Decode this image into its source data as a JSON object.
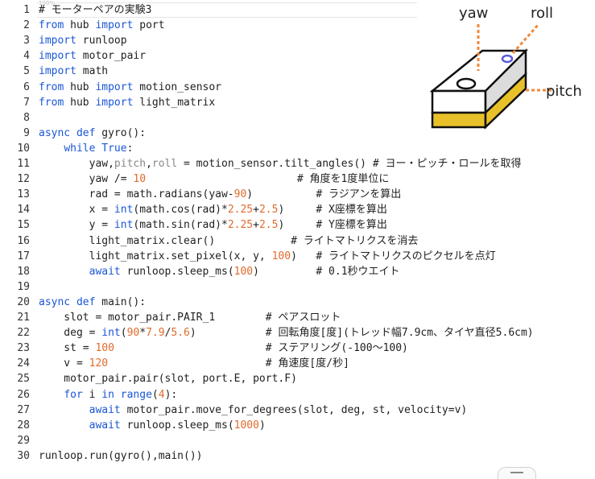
{
  "editor": {
    "top_hint": "100%",
    "lines": [
      {
        "n": "1",
        "segs": [
          {
            "t": "# モーターペアの実験3",
            "c": "cmt"
          }
        ]
      },
      {
        "n": "2",
        "segs": [
          {
            "t": "from",
            "c": "kw"
          },
          {
            "t": " hub ",
            "c": ""
          },
          {
            "t": "import",
            "c": "kw"
          },
          {
            "t": " port",
            "c": ""
          }
        ]
      },
      {
        "n": "3",
        "segs": [
          {
            "t": "import",
            "c": "kw"
          },
          {
            "t": " runloop",
            "c": ""
          }
        ]
      },
      {
        "n": "4",
        "segs": [
          {
            "t": "import",
            "c": "kw"
          },
          {
            "t": " motor_pair",
            "c": ""
          }
        ]
      },
      {
        "n": "5",
        "segs": [
          {
            "t": "import",
            "c": "kw"
          },
          {
            "t": " math",
            "c": ""
          }
        ]
      },
      {
        "n": "6",
        "segs": [
          {
            "t": "from",
            "c": "kw"
          },
          {
            "t": " hub ",
            "c": ""
          },
          {
            "t": "import",
            "c": "kw"
          },
          {
            "t": " motion_sensor",
            "c": ""
          }
        ]
      },
      {
        "n": "7",
        "segs": [
          {
            "t": "from",
            "c": "kw"
          },
          {
            "t": " hub ",
            "c": ""
          },
          {
            "t": "import",
            "c": "kw"
          },
          {
            "t": " light_matrix",
            "c": ""
          }
        ]
      },
      {
        "n": "8",
        "segs": []
      },
      {
        "n": "9",
        "segs": [
          {
            "t": "async def",
            "c": "kw"
          },
          {
            "t": " gyro():",
            "c": ""
          }
        ]
      },
      {
        "n": "10",
        "segs": [
          {
            "t": "    ",
            "c": ""
          },
          {
            "t": "while True",
            "c": "kw"
          },
          {
            "t": ":",
            "c": ""
          }
        ]
      },
      {
        "n": "11",
        "segs": [
          {
            "t": "        yaw,",
            "c": ""
          },
          {
            "t": "pitch",
            "c": "param"
          },
          {
            "t": ",",
            "c": ""
          },
          {
            "t": "roll",
            "c": "param"
          },
          {
            "t": " = motion_sensor.tilt_angles() # ヨー・ピッチ・ロールを取得",
            "c": ""
          }
        ]
      },
      {
        "n": "12",
        "segs": [
          {
            "t": "        yaw /= ",
            "c": ""
          },
          {
            "t": "10",
            "c": "num"
          },
          {
            "t": "                        # 角度を1度単位に",
            "c": ""
          }
        ]
      },
      {
        "n": "13",
        "segs": [
          {
            "t": "        rad = math.radians(yaw-",
            "c": ""
          },
          {
            "t": "90",
            "c": "num"
          },
          {
            "t": ")          # ラジアンを算出",
            "c": ""
          }
        ]
      },
      {
        "n": "14",
        "segs": [
          {
            "t": "        x = ",
            "c": ""
          },
          {
            "t": "int",
            "c": "kw"
          },
          {
            "t": "(math.cos(rad)*",
            "c": ""
          },
          {
            "t": "2.25",
            "c": "num"
          },
          {
            "t": "+",
            "c": ""
          },
          {
            "t": "2.5",
            "c": "num"
          },
          {
            "t": ")     # X座標を算出",
            "c": ""
          }
        ]
      },
      {
        "n": "15",
        "segs": [
          {
            "t": "        y = ",
            "c": ""
          },
          {
            "t": "int",
            "c": "kw"
          },
          {
            "t": "(math.sin(rad)*",
            "c": ""
          },
          {
            "t": "2.25",
            "c": "num"
          },
          {
            "t": "+",
            "c": ""
          },
          {
            "t": "2.5",
            "c": "num"
          },
          {
            "t": ")     # Y座標を算出",
            "c": ""
          }
        ]
      },
      {
        "n": "16",
        "segs": [
          {
            "t": "        light_matrix.clear()            # ライトマトリクスを消去",
            "c": ""
          }
        ]
      },
      {
        "n": "17",
        "segs": [
          {
            "t": "        light_matrix.set_pixel(x, y, ",
            "c": ""
          },
          {
            "t": "100",
            "c": "num"
          },
          {
            "t": ")   # ライトマトリクスのピクセルを点灯",
            "c": ""
          }
        ]
      },
      {
        "n": "18",
        "segs": [
          {
            "t": "        ",
            "c": ""
          },
          {
            "t": "await",
            "c": "kw"
          },
          {
            "t": " runloop.sleep_ms(",
            "c": ""
          },
          {
            "t": "100",
            "c": "num"
          },
          {
            "t": ")         # 0.1秒ウエイト",
            "c": ""
          }
        ]
      },
      {
        "n": "19",
        "segs": []
      },
      {
        "n": "20",
        "segs": [
          {
            "t": "async def",
            "c": "kw"
          },
          {
            "t": " main():",
            "c": ""
          }
        ]
      },
      {
        "n": "21",
        "segs": [
          {
            "t": "    slot = motor_pair.PAIR_1        # ペアスロット",
            "c": ""
          }
        ]
      },
      {
        "n": "22",
        "segs": [
          {
            "t": "    deg = ",
            "c": ""
          },
          {
            "t": "int",
            "c": "kw"
          },
          {
            "t": "(",
            "c": ""
          },
          {
            "t": "90",
            "c": "num"
          },
          {
            "t": "*",
            "c": ""
          },
          {
            "t": "7.9",
            "c": "num"
          },
          {
            "t": "/",
            "c": ""
          },
          {
            "t": "5.6",
            "c": "num"
          },
          {
            "t": ")           # 回転角度[度](トレッド幅7.9cm、タイヤ直径5.6cm)",
            "c": ""
          }
        ]
      },
      {
        "n": "23",
        "segs": [
          {
            "t": "    st = ",
            "c": ""
          },
          {
            "t": "100",
            "c": "num"
          },
          {
            "t": "                        # ステアリング(-100〜100)",
            "c": ""
          }
        ]
      },
      {
        "n": "24",
        "segs": [
          {
            "t": "    v = ",
            "c": ""
          },
          {
            "t": "120",
            "c": "num"
          },
          {
            "t": "                         # 角速度[度/秒]",
            "c": ""
          }
        ]
      },
      {
        "n": "25",
        "segs": [
          {
            "t": "    motor_pair.pair(slot, port.E, port.F)",
            "c": ""
          }
        ]
      },
      {
        "n": "26",
        "segs": [
          {
            "t": "    ",
            "c": ""
          },
          {
            "t": "for",
            "c": "kw"
          },
          {
            "t": " i ",
            "c": ""
          },
          {
            "t": "in",
            "c": "kw"
          },
          {
            "t": " ",
            "c": ""
          },
          {
            "t": "range",
            "c": "kw"
          },
          {
            "t": "(",
            "c": ""
          },
          {
            "t": "4",
            "c": "num"
          },
          {
            "t": "):",
            "c": ""
          }
        ]
      },
      {
        "n": "27",
        "segs": [
          {
            "t": "        ",
            "c": ""
          },
          {
            "t": "await",
            "c": "kw"
          },
          {
            "t": " motor_pair.move_for_degrees(slot, deg, st, velocity=v)",
            "c": ""
          }
        ]
      },
      {
        "n": "28",
        "segs": [
          {
            "t": "        ",
            "c": ""
          },
          {
            "t": "await",
            "c": "kw"
          },
          {
            "t": " runloop.sleep_ms(",
            "c": ""
          },
          {
            "t": "1000",
            "c": "num"
          },
          {
            "t": ")",
            "c": ""
          }
        ]
      },
      {
        "n": "29",
        "segs": []
      },
      {
        "n": "30",
        "segs": [
          {
            "t": "runloop.run(gyro(),main())",
            "c": ""
          }
        ]
      }
    ]
  },
  "diagram": {
    "yaw_label": "yaw",
    "roll_label": "roll",
    "pitch_label": "pitch",
    "axis_color": "#f0883a",
    "body_color": "#dcdcdc",
    "base_color": "#e8c12a"
  },
  "colors": {
    "keyword": "#1a56d6",
    "number": "#e06b2c",
    "param": "#888888"
  }
}
